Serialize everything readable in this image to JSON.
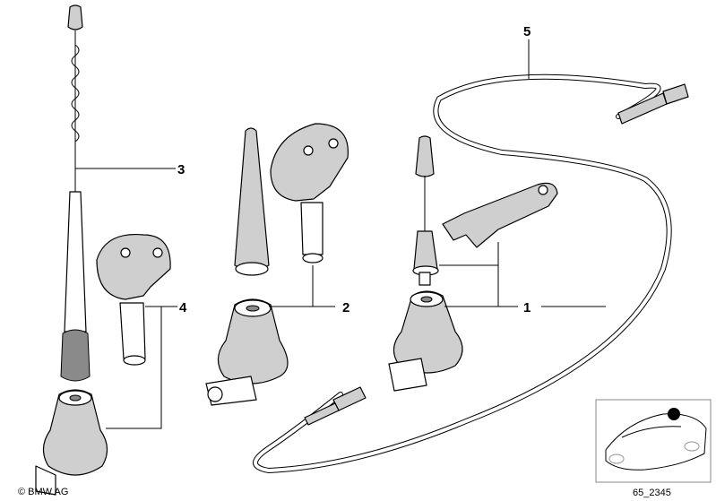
{
  "callouts": {
    "c1": "1",
    "c2": "2",
    "c3": "3",
    "c4": "4",
    "c5": "5"
  },
  "footer": {
    "copyright": "© BMW AG",
    "diagram_code": "65_2345"
  },
  "inset": {
    "description_icon": "car-thumbnail-with-marker"
  }
}
